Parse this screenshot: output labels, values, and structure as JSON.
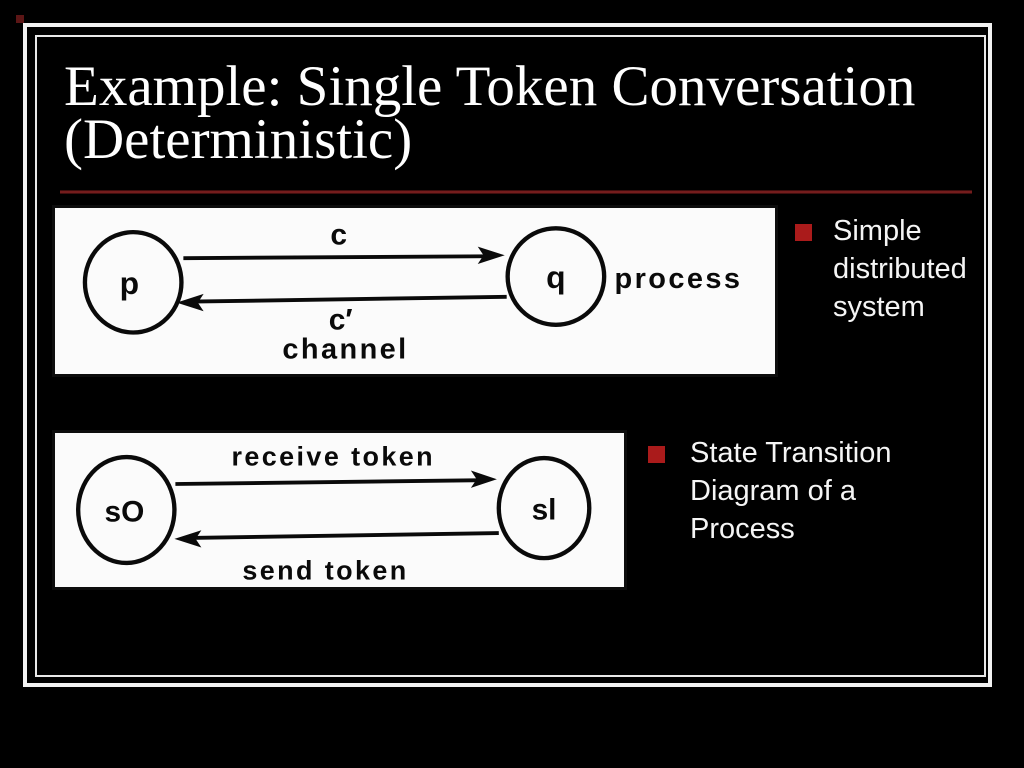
{
  "slide": {
    "title_lines": [
      "Example: Single Token Conversation",
      "(Deterministic)"
    ],
    "bullets": [
      {
        "label": "Simple distributed system"
      },
      {
        "label": "State Transition Diagram of a Process"
      }
    ],
    "colors": {
      "background": "#000000",
      "frame_white": "#f2f2f2",
      "rule_red": "#8e2424",
      "bullet_red": "#aa1b1b",
      "panel_white": "#fbfbfb",
      "diagram_ink": "#0a0a0a"
    }
  },
  "diagram_top": {
    "left_node": "p",
    "right_node": "q",
    "top_edge_label": "c",
    "bottom_edge_label": "c′",
    "below_label": "channel",
    "side_label": "process"
  },
  "diagram_bottom": {
    "left_node": "sO",
    "right_node": "sl",
    "top_edge_label": "receive token",
    "bottom_edge_label": "send token"
  }
}
